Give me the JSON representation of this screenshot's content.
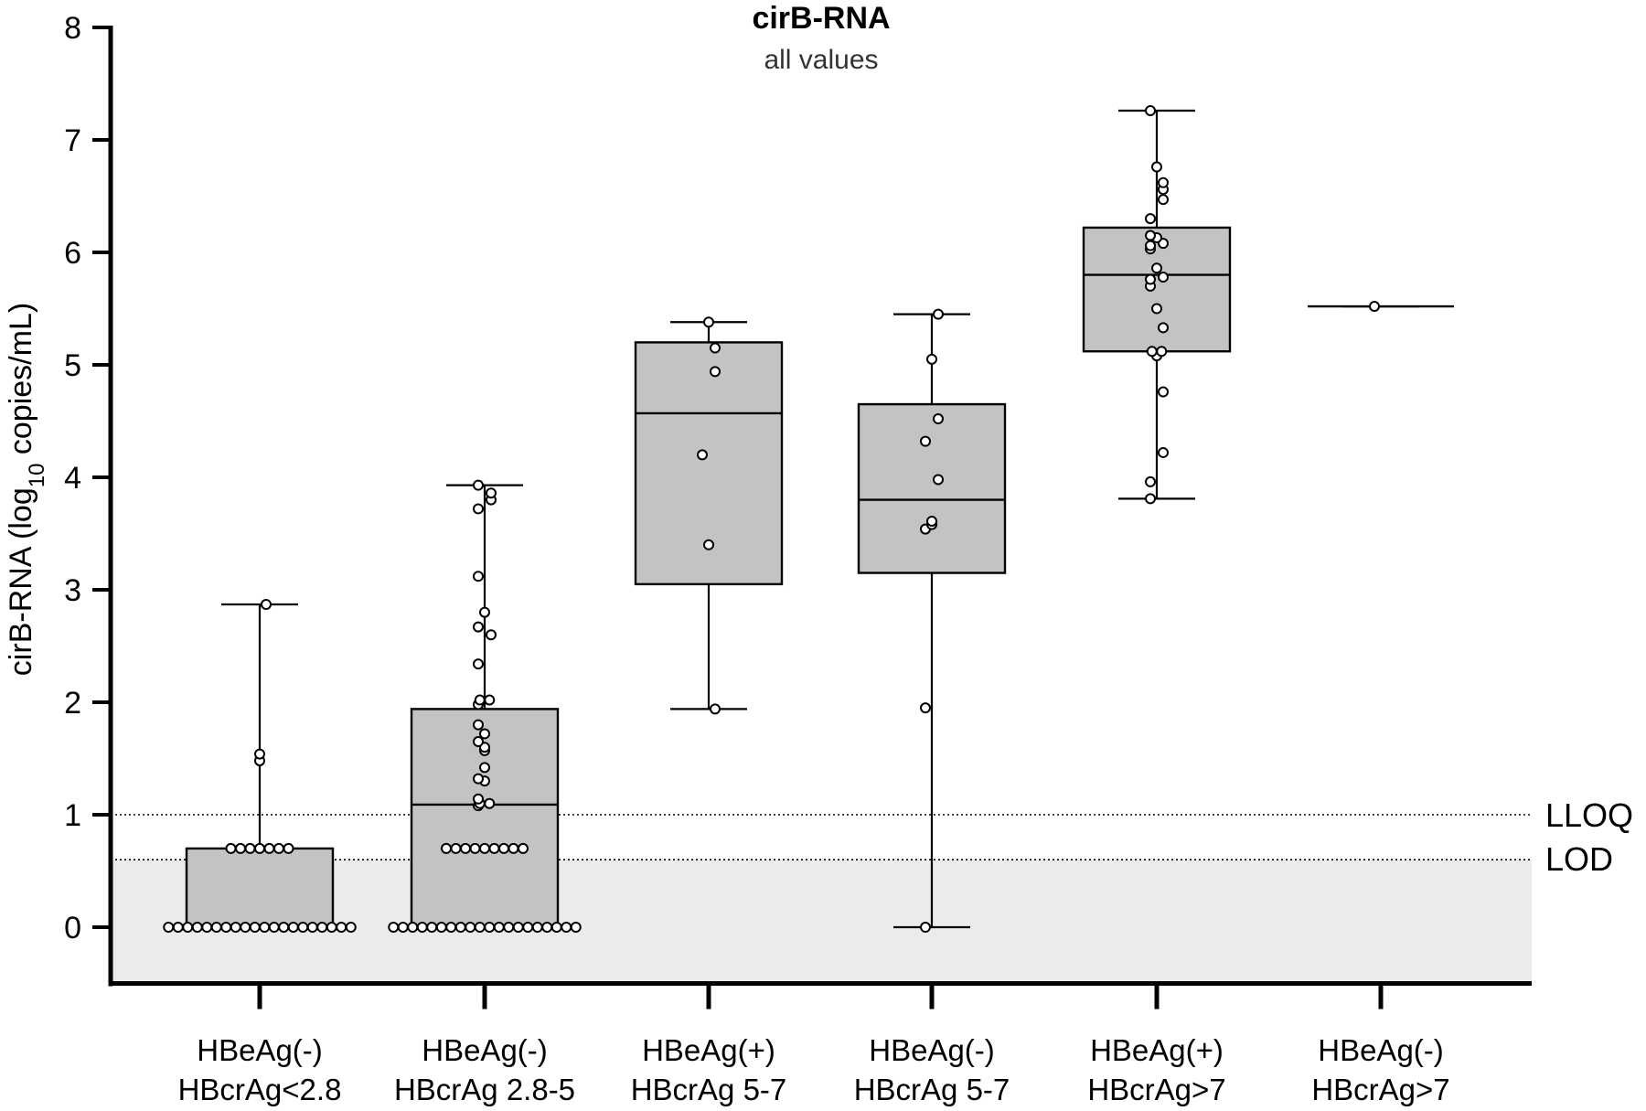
{
  "chart_data": {
    "type": "box",
    "title": "cirB-RNA",
    "subtitle": "all values",
    "ylabel": {
      "main": "cirB-RNA (log",
      "sub": "10",
      "rest": " copies/mL)"
    },
    "ylim": [
      -0.5,
      8
    ],
    "yticks": [
      0,
      1,
      2,
      3,
      4,
      5,
      6,
      7,
      8
    ],
    "grid": false,
    "categories": [
      {
        "line1": "HBeAg(-)",
        "line2": "HBcrAg<2.8"
      },
      {
        "line1": "HBeAg(-)",
        "line2": "HBcrAg 2.8-5"
      },
      {
        "line1": "HBeAg(+)",
        "line2": "HBcrAg 5-7"
      },
      {
        "line1": "HBeAg(-)",
        "line2": "HBcrAg 5-7"
      },
      {
        "line1": "HBeAg(+)",
        "line2": "HBcrAg>7"
      },
      {
        "line1": "HBeAg(-)",
        "line2": "HBcrAg>7"
      }
    ],
    "boxes": [
      {
        "min": 0,
        "q1": 0,
        "median": 0,
        "q3": 0.7,
        "max": 2.87
      },
      {
        "min": 0,
        "q1": 0,
        "median": 1.09,
        "q3": 1.94,
        "max": 3.93
      },
      {
        "min": 1.94,
        "q1": 3.05,
        "median": 4.57,
        "q3": 5.2,
        "max": 5.38
      },
      {
        "min": 0,
        "q1": 3.15,
        "median": 3.8,
        "q3": 4.65,
        "max": 5.45
      },
      {
        "min": 3.81,
        "q1": 5.12,
        "median": 5.8,
        "q3": 6.22,
        "max": 7.26
      },
      {
        "min": 5.52,
        "q1": 5.52,
        "median": 5.52,
        "q3": 5.52,
        "max": 5.52
      }
    ],
    "points": [
      [
        0,
        0,
        0,
        0,
        0,
        0,
        0,
        0,
        0,
        0,
        0,
        0,
        0,
        0,
        0,
        0,
        0,
        0,
        0,
        0,
        0.7,
        0.7,
        0.7,
        0.7,
        0.7,
        0.7,
        0.7,
        1.48,
        1.54,
        2.87
      ],
      [
        0,
        0,
        0,
        0,
        0,
        0,
        0,
        0,
        0,
        0,
        0,
        0,
        0,
        0,
        0,
        0,
        0,
        0,
        0,
        0,
        0.7,
        0.7,
        0.7,
        0.7,
        0.7,
        0.7,
        0.7,
        0.7,
        0.7,
        1.08,
        1.1,
        1.1,
        1.14,
        1.3,
        1.32,
        1.42,
        1.57,
        1.6,
        1.65,
        1.72,
        1.8,
        1.98,
        2.02,
        2.02,
        2.34,
        2.6,
        2.67,
        2.8,
        3.12,
        3.72,
        3.8,
        3.86,
        3.93
      ],
      [
        1.94,
        3.4,
        4.2,
        4.94,
        5.15,
        5.38
      ],
      [
        0,
        1.95,
        3.54,
        3.58,
        3.61,
        3.98,
        4.32,
        4.52,
        5.05,
        5.45
      ],
      [
        3.81,
        3.96,
        4.22,
        4.76,
        5.08,
        5.12,
        5.12,
        5.33,
        5.5,
        5.7,
        5.76,
        5.78,
        5.86,
        6.03,
        6.06,
        6.08,
        6.13,
        6.15,
        6.3,
        6.47,
        6.56,
        6.62,
        6.76,
        7.26
      ],
      [
        5.52
      ]
    ],
    "reference_lines": [
      {
        "label": "LLOQ",
        "value": 1.0
      },
      {
        "label": "LOD",
        "value": 0.6
      }
    ],
    "shaded_region": {
      "from": -0.5,
      "to": 0.6,
      "color": "#ebebeb"
    },
    "colors": {
      "box_fill": "#c3c3c3",
      "stroke": "#000000",
      "point_fill": "#ffffff"
    }
  }
}
